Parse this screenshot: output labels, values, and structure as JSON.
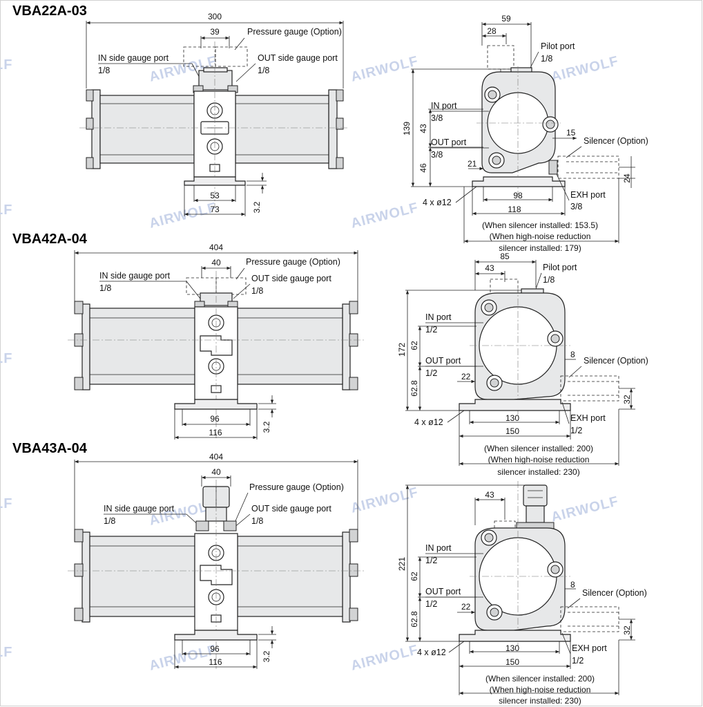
{
  "brand": {
    "watermark": "AIRWOLF",
    "watermark_color": "#c9d3ea"
  },
  "models": [
    {
      "title": "VBA22A-03",
      "front": {
        "overall_width": "300",
        "gauge_spacing": "39",
        "pressure_gauge": "Pressure gauge (Option)",
        "in_gauge_port": "IN side gauge port",
        "in_gauge_size": "1/8",
        "out_gauge_port": "OUT side gauge port",
        "out_gauge_size": "1/8",
        "mount_inner": "53",
        "mount_outer": "73",
        "mount_thickness": "3.2"
      },
      "side": {
        "width_top": "59",
        "offset_top": "28",
        "pilot_port": "Pilot port",
        "pilot_size": "1/8",
        "height_total": "139",
        "height_upper": "43",
        "height_lower": "46",
        "in_port": "IN port",
        "in_size": "3/8",
        "out_port": "OUT port",
        "out_size": "3/8",
        "silencer_offset": "15",
        "silencer": "Silencer (Option)",
        "silencer_dia": "24",
        "base_offset": "21",
        "holes": "4 x ø12",
        "base_inner": "98",
        "base_outer": "118",
        "exh_port": "EXH port",
        "exh_size": "3/8",
        "note1": "(When silencer installed: 153.5)",
        "note2": "(When high-noise reduction",
        "note3": "silencer installed: 179)"
      }
    },
    {
      "title": "VBA42A-04",
      "front": {
        "overall_width": "404",
        "gauge_spacing": "40",
        "pressure_gauge": "Pressure gauge (Option)",
        "in_gauge_port": "IN side gauge port",
        "in_gauge_size": "1/8",
        "out_gauge_port": "OUT side gauge port",
        "out_gauge_size": "1/8",
        "mount_inner": "96",
        "mount_outer": "116",
        "mount_thickness": "3.2"
      },
      "side": {
        "width_top": "85",
        "offset_top": "43",
        "pilot_port": "Pilot port",
        "pilot_size": "1/8",
        "height_total": "172",
        "height_upper": "62",
        "height_lower": "62.8",
        "in_port": "IN port",
        "in_size": "1/2",
        "out_port": "OUT port",
        "out_size": "1/2",
        "silencer_offset": "8",
        "silencer": "Silencer (Option)",
        "silencer_dia": "32",
        "base_offset": "22",
        "holes": "4 x ø12",
        "base_inner": "130",
        "base_outer": "150",
        "exh_port": "EXH port",
        "exh_size": "1/2",
        "note1": "(When silencer installed: 200)",
        "note2": "(When high-noise reduction",
        "note3": "silencer installed: 230)"
      }
    },
    {
      "title": "VBA43A-04",
      "front": {
        "overall_width": "404",
        "gauge_spacing": "40",
        "pressure_gauge": "Pressure gauge (Option)",
        "in_gauge_port": "IN side gauge port",
        "in_gauge_size": "1/8",
        "out_gauge_port": "OUT side gauge port",
        "out_gauge_size": "1/8",
        "mount_inner": "96",
        "mount_outer": "116",
        "mount_thickness": "3.2"
      },
      "side": {
        "offset_top": "43",
        "height_total": "221",
        "height_upper": "62",
        "height_lower": "62.8",
        "in_port": "IN port",
        "in_size": "1/2",
        "out_port": "OUT port",
        "out_size": "1/2",
        "silencer_offset": "8",
        "silencer": "Silencer (Option)",
        "silencer_dia": "32",
        "base_offset": "22",
        "holes": "4 x ø12",
        "base_inner": "130",
        "base_outer": "150",
        "exh_port": "EXH port",
        "exh_size": "1/2",
        "note1": "(When silencer installed: 200)",
        "note2": "(When high-noise reduction",
        "note3": "silencer installed: 230)"
      }
    }
  ]
}
